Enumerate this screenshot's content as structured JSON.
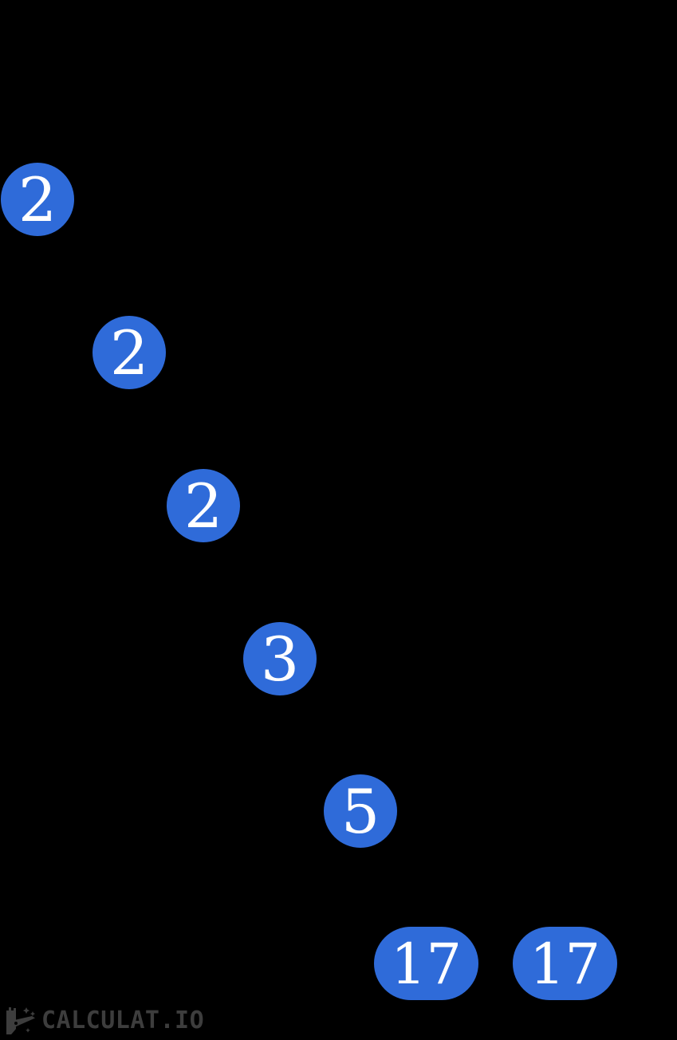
{
  "diagram": {
    "type": "prime-factor-tree",
    "background_color": "#000000",
    "node_fill_color": "#2F6BD9",
    "node_text_color": "#FFFFFF",
    "nodes": [
      {
        "label": "2",
        "shape": "circle"
      },
      {
        "label": "2",
        "shape": "circle"
      },
      {
        "label": "2",
        "shape": "circle"
      },
      {
        "label": "3",
        "shape": "circle"
      },
      {
        "label": "5",
        "shape": "circle"
      },
      {
        "label": "17",
        "shape": "ellipse"
      },
      {
        "label": "17",
        "shape": "ellipse"
      }
    ]
  },
  "watermark": {
    "text": "CALCULAT.IO",
    "color": "#3D3D3D",
    "logo_icon": "rocket-icon"
  }
}
